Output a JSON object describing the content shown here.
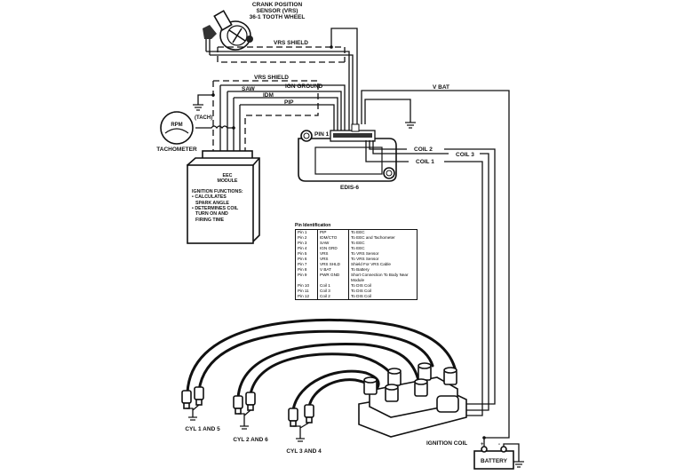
{
  "labels": {
    "crank_sensor": [
      "CRANK POSITION",
      "SENSOR (VRS)",
      "36-1 TOOTH WHEEL"
    ],
    "vrs_shield_top": "VRS SHIELD",
    "vrs_shield": "VRS SHIELD",
    "ign_ground": "IGN GROUND",
    "saw": "SAW",
    "idm": "IDM",
    "pip": "PIP",
    "tach": "(TACH)",
    "rpm": "RPM",
    "tachometer": "TACHOMETER",
    "v_bat": "V BAT",
    "pin1": "PIN 1",
    "edis": "EDIS-6",
    "coil1": "COIL 1",
    "coil2": "COIL 2",
    "coil3": "COIL 3",
    "cyl15": "CYL 1 AND 5",
    "cyl26": "CYL 2 AND 6",
    "cyl34": "CYL 3 AND 4",
    "ignition_coil": "IGNITION COIL",
    "battery": "BATTERY",
    "bat_plus": "+",
    "bat_minus": "-"
  },
  "eec_module": {
    "title_line1": "EEC",
    "title_line2": "MODULE",
    "functions_heading": "IGNITION FUNCTIONS:",
    "functions": [
      "• CALCULATES",
      "  SPARK ANGLE",
      "• DETERMINES COIL",
      "  TURN ON AND",
      "  FIRING TIME"
    ]
  },
  "pin_identification": {
    "title": "Pin Identification",
    "rows": [
      [
        "Pin 1",
        "PIP",
        "To EEC"
      ],
      [
        "Pin 2",
        "IDM/CTO",
        "To EEC and Tachometer"
      ],
      [
        "Pin 3",
        "SAW",
        "To EEC"
      ],
      [
        "Pin 4",
        "IGN GRD",
        "To EEC"
      ],
      [
        "Pin 5",
        "VRS",
        "To VRS Sensor"
      ],
      [
        "Pin 6",
        "VRS",
        "To VRS Sensor"
      ],
      [
        "Pin 7",
        "VRS SHLD",
        "Shield For VRS Cable"
      ],
      [
        "Pin 8",
        "V BAT",
        "To Battery"
      ],
      [
        "Pin 9",
        "PWR GND",
        "Short Connection To Body Near Module"
      ],
      [
        "Pin 10",
        "Coil 1",
        "To DIS Coil"
      ],
      [
        "Pin 11",
        "Coil 3",
        "To DIS Coil"
      ],
      [
        "Pin 12",
        "Coil 2",
        "To DIS Coil"
      ]
    ]
  }
}
